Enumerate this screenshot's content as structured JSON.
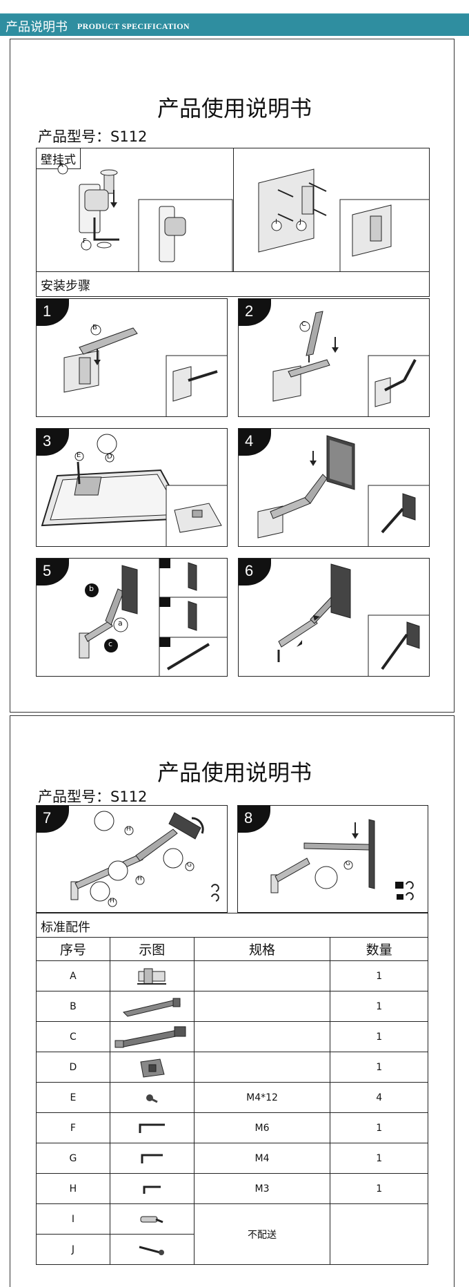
{
  "banner": {
    "cn": "产品说明书",
    "en": "PRODUCT SPECIFICATION"
  },
  "page1": {
    "title": "产品使用说明书",
    "model": "产品型号：S112",
    "wall_mount_label": "壁挂式",
    "install_steps_label": "安装步骤",
    "callouts": {
      "A": "A",
      "F": "F",
      "I": "I",
      "J": "J",
      "B": "B",
      "C": "C",
      "D": "D",
      "E": "E",
      "a": "a",
      "b": "b",
      "c": "c"
    },
    "steps": [
      "1",
      "2",
      "3",
      "4",
      "5",
      "6"
    ]
  },
  "page2": {
    "title": "产品使用说明书",
    "model": "产品型号：S112",
    "steps": [
      "7",
      "8"
    ],
    "callouts": {
      "H": "H",
      "G": "G"
    },
    "standard_parts_label": "标准配件",
    "table": {
      "headers": [
        "序号",
        "示图",
        "规格",
        "数量"
      ],
      "rows": [
        {
          "id": "A",
          "icon": "bracket-icon",
          "spec": "",
          "qty": "1"
        },
        {
          "id": "B",
          "icon": "arm-segment-icon",
          "spec": "",
          "qty": "1"
        },
        {
          "id": "C",
          "icon": "gas-arm-icon",
          "spec": "",
          "qty": "1"
        },
        {
          "id": "D",
          "icon": "vesa-plate-icon",
          "spec": "",
          "qty": "1"
        },
        {
          "id": "E",
          "icon": "screw-icon",
          "spec": "M4*12",
          "qty": "4"
        },
        {
          "id": "F",
          "icon": "hex-key-icon",
          "spec": "M6",
          "qty": "1"
        },
        {
          "id": "G",
          "icon": "hex-key-icon",
          "spec": "M4",
          "qty": "1"
        },
        {
          "id": "H",
          "icon": "hex-key-icon",
          "spec": "M3",
          "qty": "1"
        },
        {
          "id": "I",
          "icon": "anchor-icon",
          "spec": "",
          "qty": ""
        },
        {
          "id": "J",
          "icon": "bolt-icon",
          "spec": "",
          "qty": ""
        }
      ],
      "not_included": "不配送"
    }
  }
}
